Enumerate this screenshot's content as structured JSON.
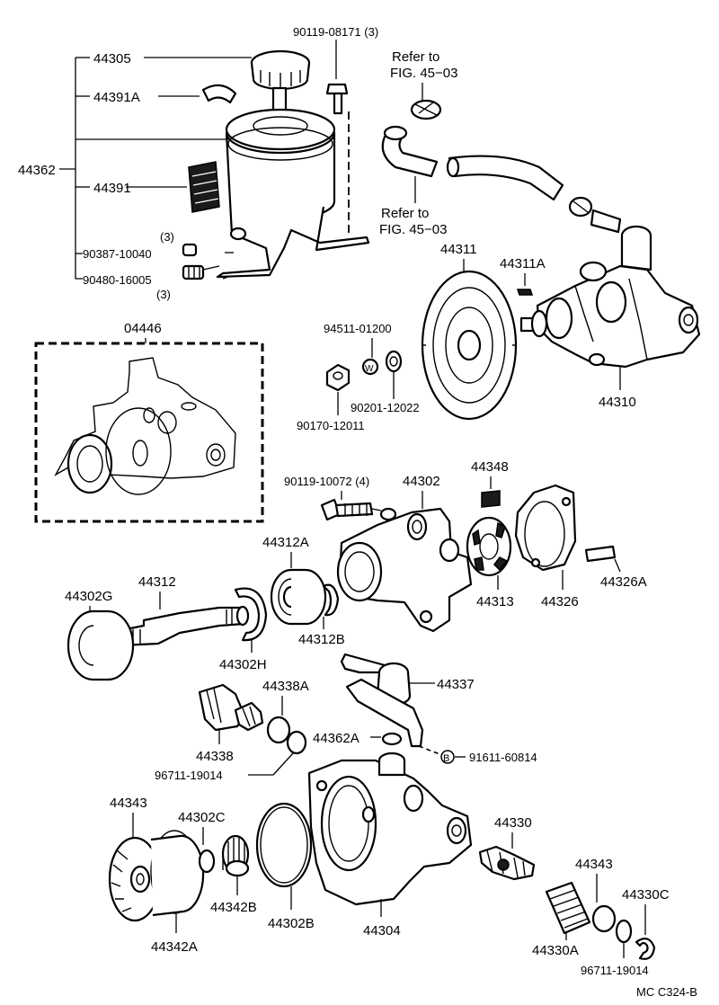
{
  "parts": {
    "p44305": "44305",
    "p44391A": "44391A",
    "p44362": "44362",
    "p44391": "44391",
    "p90387": "90387-10040",
    "p90387_qty": "(3)",
    "p90480": "90480-16005",
    "p90480_qty": "(3)",
    "p90119_08171": "90119-08171 (3)",
    "refer_top_1": "Refer to",
    "refer_top_2": "FIG. 45−03",
    "refer_mid_1": "Refer to",
    "refer_mid_2": "FIG. 45−03",
    "p44311": "44311",
    "p44311A": "44311A",
    "p94511": "94511-01200",
    "p90201": "90201-12022",
    "p90170": "90170-12011",
    "p44310": "44310",
    "p04446": "04446",
    "p90119_10072": "90119-10072 (4)",
    "p44302": "44302",
    "p44348": "44348",
    "p44312A": "44312A",
    "p44312": "44312",
    "p44302G": "44302G",
    "p44302H": "44302H",
    "p44312B": "44312B",
    "p44313": "44313",
    "p44326": "44326",
    "p44326A": "44326A",
    "p44337": "44337",
    "p44338A": "44338A",
    "p44362A": "44362A",
    "p44338": "44338",
    "p96711_a": "96711-19014",
    "p91611": "91611-60814",
    "p91611_mark": "B",
    "p44343_left": "44343",
    "p44302C": "44302C",
    "p44342B": "44342B",
    "p44302B": "44302B",
    "p44304": "44304",
    "p44342A": "44342A",
    "p44330": "44330",
    "p44343_right": "44343",
    "p44330C": "44330C",
    "p44330A": "44330A",
    "p96711_b": "96711-19014",
    "figure_code": "MC C324-B",
    "washer_mark": "W"
  }
}
